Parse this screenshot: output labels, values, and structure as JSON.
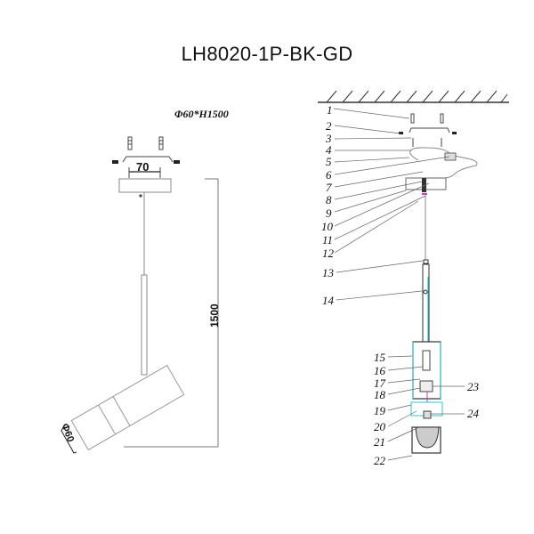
{
  "title": "LH8020-1P-BK-GD",
  "left_view": {
    "spec": "Φ60*H1500",
    "width_dim": "70",
    "height_dim": "1500",
    "diameter_dim": "Φ60"
  },
  "right_view": {
    "part_labels": [
      "1",
      "2",
      "3",
      "4",
      "5",
      "6",
      "7",
      "8",
      "9",
      "10",
      "11",
      "12",
      "13",
      "14",
      "15",
      "16",
      "17",
      "18",
      "19",
      "20",
      "21",
      "22",
      "23",
      "24"
    ]
  },
  "colors": {
    "line": "#555555",
    "cable": "#2bc6d0",
    "wire": "#c040c0"
  }
}
